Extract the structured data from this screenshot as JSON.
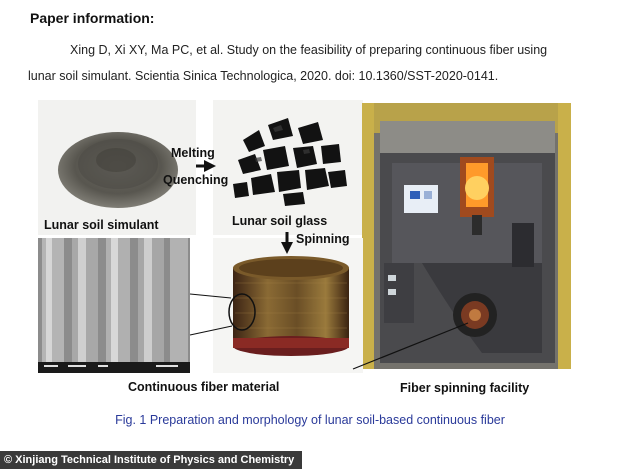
{
  "heading": "Paper information:",
  "citation": {
    "line1": "Xing D, Xi XY, Ma PC, et al. Study on the feasibility of preparing continuous fiber using",
    "line2": "lunar soil simulant. Scientia Sinica Technologica, 2020. doi: 10.1360/SST-2020-0141."
  },
  "figure": {
    "labels": {
      "lunar_soil_simulant": "Lunar soil simulant",
      "lunar_soil_glass": "Lunar soil glass",
      "melting": "Melting",
      "quenching": "Quenching",
      "spinning": "Spinning",
      "continuous_fiber_material": "Continuous fiber material",
      "fiber_spinning_facility": "Fiber spinning facility"
    },
    "caption": "Fig. 1 Preparation and morphology of lunar soil-based continuous fiber"
  },
  "credit": "© Xinjiang Technical Institute of Physics and Chemistry"
}
